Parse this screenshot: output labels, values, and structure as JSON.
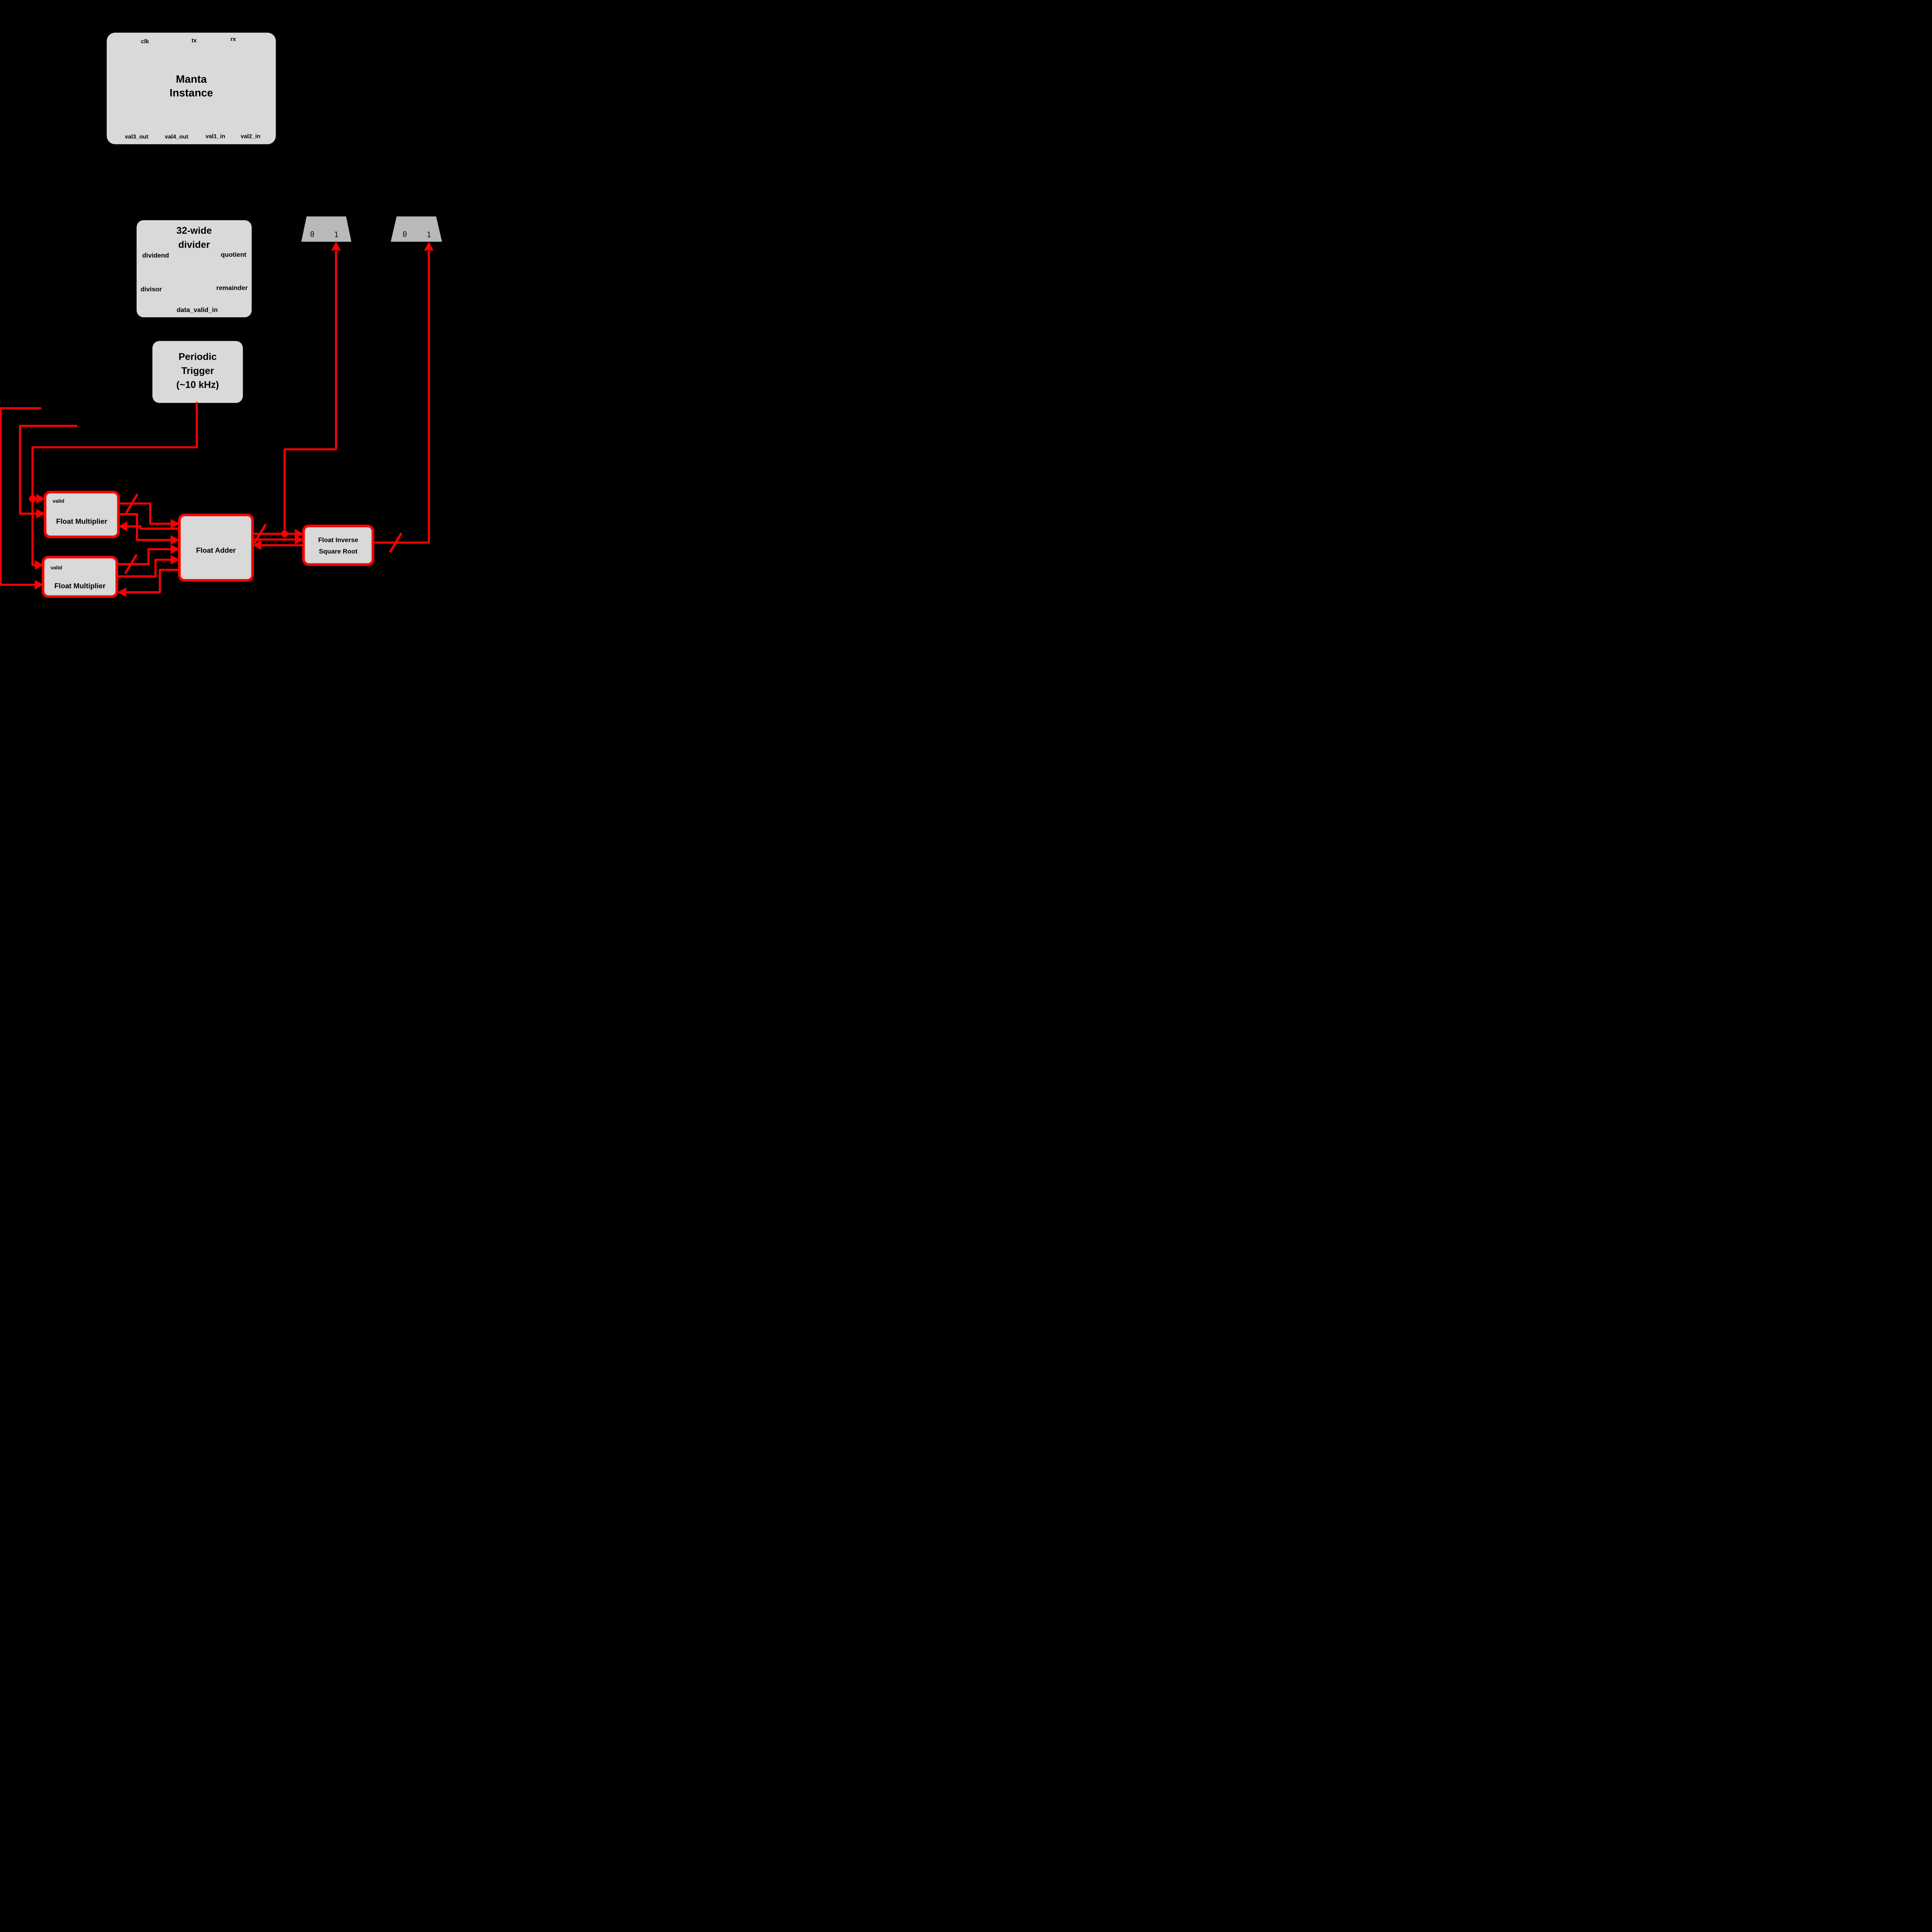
{
  "diagram": {
    "colors": {
      "background": "#000000",
      "block_fill": "#d9d9d9",
      "mux_fill": "#b9b9b9",
      "wire_red": "#fb0000",
      "text_black": "#000000"
    },
    "manta": {
      "title_line1": "Manta",
      "title_line2": "Instance",
      "port_clk": "clk",
      "port_tx": "tx",
      "port_rx": "rx",
      "port_val3_out": "val3_out",
      "port_val4_out": "val4_out",
      "port_val1_in": "val1_in",
      "port_val2_in": "val2_in"
    },
    "divider": {
      "title_line1": "32-wide",
      "title_line2": "divider",
      "port_dividend": "dividend",
      "port_quotient": "quotient",
      "port_divisor": "divisor",
      "port_remainder": "remainder",
      "port_data_valid_in": "data_valid_in"
    },
    "mux_left": {
      "input0": "0",
      "input1": "1"
    },
    "mux_right": {
      "input0": "0",
      "input1": "1"
    },
    "trigger": {
      "title_line1": "Periodic",
      "title_line2": "Trigger",
      "title_line3": "(~10 kHz)"
    },
    "mult_top": {
      "title": "Float Multiplier",
      "port_valid": "valid"
    },
    "mult_bottom": {
      "title": "Float Multiplier",
      "port_valid": "valid"
    },
    "adder": {
      "title": "Float Adder"
    },
    "inv_sqrt": {
      "title_line1": "Float Inverse",
      "title_line2": "Square Root"
    }
  }
}
